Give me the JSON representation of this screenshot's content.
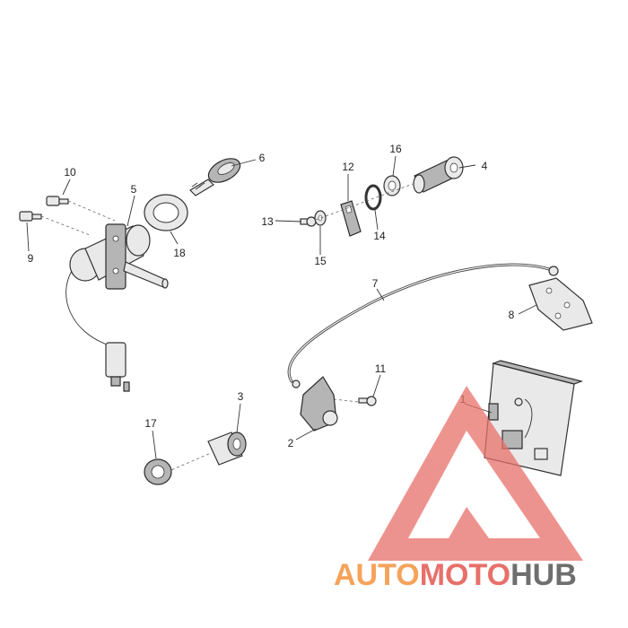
{
  "callouts": {
    "c1": "1",
    "c2": "2",
    "c3": "3",
    "c4": "4",
    "c5": "5",
    "c6": "6",
    "c7": "7",
    "c8": "8",
    "c9": "9",
    "c10": "10",
    "c11": "11",
    "c12": "12",
    "c13": "13",
    "c14": "14",
    "c15": "15",
    "c16": "16",
    "c17": "17",
    "c18": "18"
  },
  "watermark": {
    "part1": "AUTO",
    "part2": "MOTO",
    "part3": "HUB",
    "colors": {
      "orange": "#f5a35a",
      "red": "#e8706a",
      "gray": "#6e6e6e"
    }
  }
}
